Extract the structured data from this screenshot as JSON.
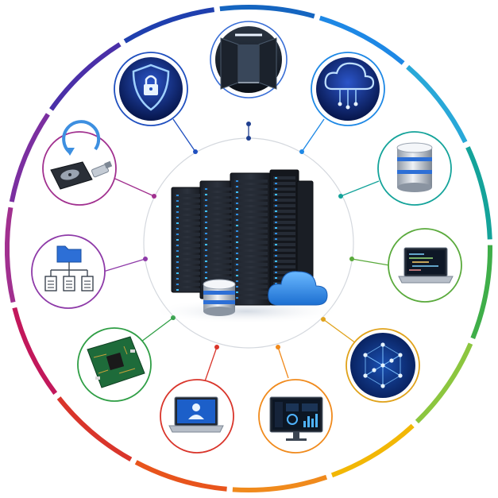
{
  "diagram": {
    "hub": {
      "label": "server-rack-with-database-and-cloud"
    },
    "nodes": [
      {
        "id": "security",
        "icon": "shield-lock-icon",
        "color": "#1f4fbf"
      },
      {
        "id": "datacenter",
        "icon": "datacenter-aisle-icon",
        "color": "#3a6fd6"
      },
      {
        "id": "cloud",
        "icon": "cloud-network-icon",
        "color": "#1e88e5"
      },
      {
        "id": "database",
        "icon": "database-cylinder-icon",
        "color": "#14a39a"
      },
      {
        "id": "code-laptop",
        "icon": "laptop-code-icon",
        "color": "#5aaa3c"
      },
      {
        "id": "network",
        "icon": "network-mesh-icon",
        "color": "#e0a21a"
      },
      {
        "id": "analytics-monitor",
        "icon": "monitor-dashboard-icon",
        "color": "#f08a1c"
      },
      {
        "id": "user-laptop",
        "icon": "laptop-user-icon",
        "color": "#d9352b"
      },
      {
        "id": "circuit-board",
        "icon": "circuit-board-icon",
        "color": "#2f9e45"
      },
      {
        "id": "file-hierarchy",
        "icon": "folder-tree-icon",
        "color": "#8e3aa8"
      },
      {
        "id": "backup",
        "icon": "hard-drive-backup-icon",
        "color": "#a1308f"
      }
    ],
    "ring_colors": [
      "#1f3fae",
      "#1565c0",
      "#1e88e5",
      "#29a8d8",
      "#14a39a",
      "#3fae49",
      "#8cc63f",
      "#f2b705",
      "#f08a1c",
      "#e8541c",
      "#d9352b",
      "#c2185b",
      "#a1308f",
      "#7b2fa0",
      "#4a2fa8"
    ]
  }
}
